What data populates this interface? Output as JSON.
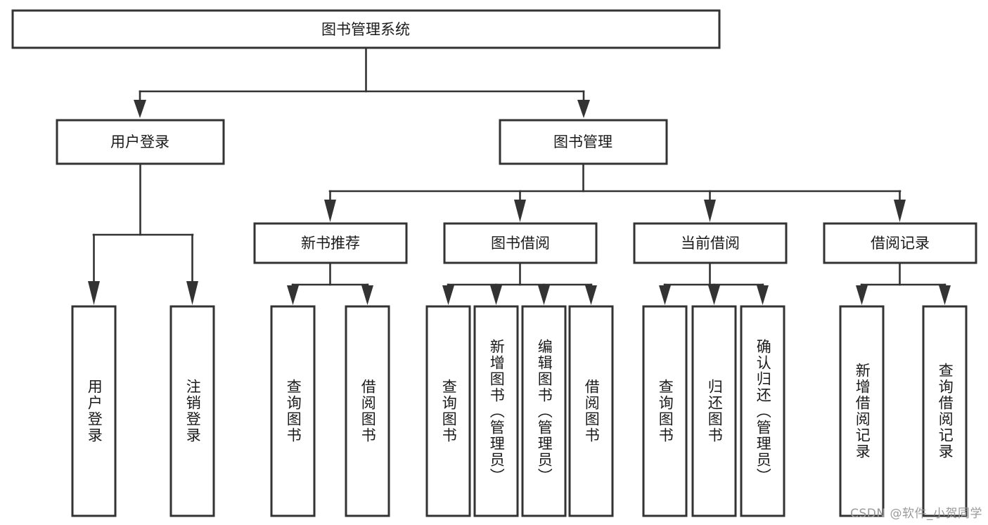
{
  "diagram": {
    "title": "图书管理系统",
    "type": "hierarchy-tree",
    "levels": [
      {
        "level": 1,
        "nodes": [
          {
            "id": "root",
            "label": "图书管理系统",
            "orientation": "horizontal"
          }
        ]
      },
      {
        "level": 2,
        "nodes": [
          {
            "id": "login",
            "label": "用户登录",
            "orientation": "horizontal",
            "parent": "root"
          },
          {
            "id": "bookmgmt",
            "label": "图书管理",
            "orientation": "horizontal",
            "parent": "root"
          }
        ]
      },
      {
        "level": 3,
        "nodes": [
          {
            "id": "newbook",
            "label": "新书推荐",
            "orientation": "horizontal",
            "parent": "bookmgmt"
          },
          {
            "id": "borrow",
            "label": "图书借阅",
            "orientation": "horizontal",
            "parent": "bookmgmt"
          },
          {
            "id": "current",
            "label": "当前借阅",
            "orientation": "horizontal",
            "parent": "bookmgmt"
          },
          {
            "id": "records",
            "label": "借阅记录",
            "orientation": "horizontal",
            "parent": "bookmgmt"
          }
        ]
      },
      {
        "level": 4,
        "nodes": [
          {
            "id": "leaf-1",
            "label": "用户登录",
            "orientation": "vertical",
            "parent": "login"
          },
          {
            "id": "leaf-2",
            "label": "注销登录",
            "orientation": "vertical",
            "parent": "login"
          },
          {
            "id": "leaf-3",
            "label": "查询图书",
            "orientation": "vertical",
            "parent": "newbook"
          },
          {
            "id": "leaf-4",
            "label": "借阅图书",
            "orientation": "vertical",
            "parent": "newbook"
          },
          {
            "id": "leaf-5",
            "label": "查询图书",
            "orientation": "vertical",
            "parent": "borrow"
          },
          {
            "id": "leaf-6",
            "label": "新增图书（管理员）",
            "orientation": "vertical",
            "parent": "borrow"
          },
          {
            "id": "leaf-7",
            "label": "编辑图书（管理员）",
            "orientation": "vertical",
            "parent": "borrow"
          },
          {
            "id": "leaf-8",
            "label": "借阅图书",
            "orientation": "vertical",
            "parent": "borrow"
          },
          {
            "id": "leaf-9",
            "label": "查询图书",
            "orientation": "vertical",
            "parent": "current"
          },
          {
            "id": "leaf-10",
            "label": "归还图书",
            "orientation": "vertical",
            "parent": "current"
          },
          {
            "id": "leaf-11",
            "label": "确认归还（管理员）",
            "orientation": "vertical",
            "parent": "current"
          },
          {
            "id": "leaf-12",
            "label": "新增借阅记录",
            "orientation": "vertical",
            "parent": "records"
          },
          {
            "id": "leaf-13",
            "label": "查询借阅记录",
            "orientation": "vertical",
            "parent": "records"
          }
        ]
      }
    ],
    "colors": {
      "box_fill": "#ffffff",
      "box_stroke": "#333333",
      "text": "#1a1a1a",
      "background": "#ffffff",
      "watermark": "#9a9a9a"
    }
  },
  "watermark": {
    "text": "CSDN @软件_小贺同学"
  }
}
